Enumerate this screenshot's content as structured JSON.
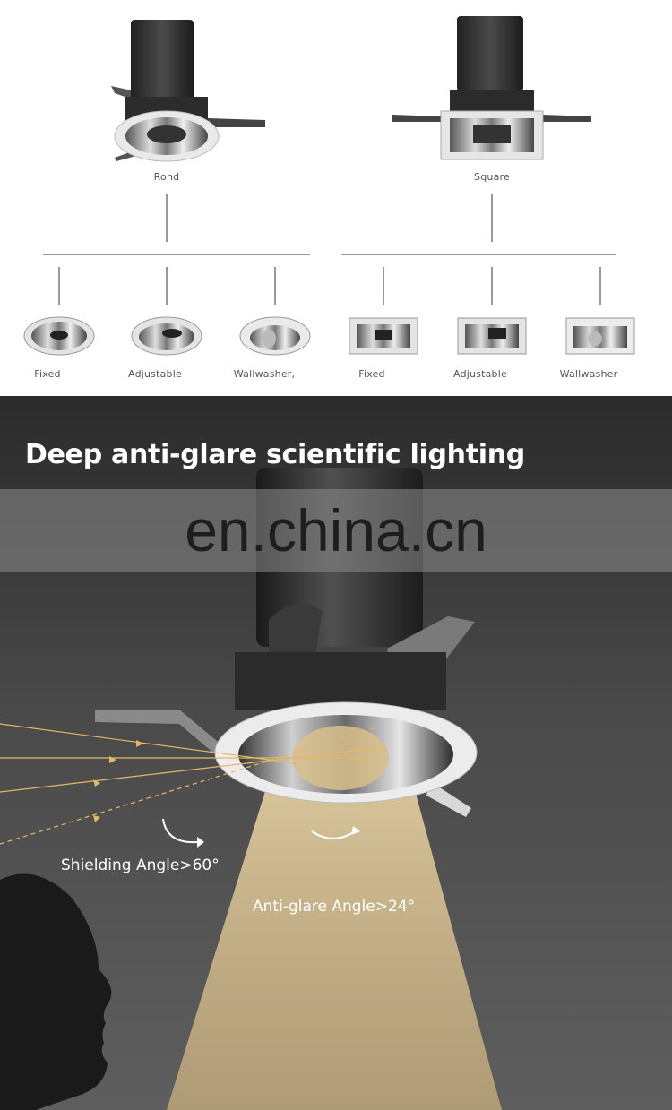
{
  "top": {
    "round_label": "Rond",
    "square_label": "Square",
    "variants": [
      {
        "label": "Fixed"
      },
      {
        "label": "Adjustable"
      },
      {
        "label": "Wallwasher,"
      },
      {
        "label": "Fixed"
      },
      {
        "label": "Adjustable"
      },
      {
        "label": "Wallwasher"
      }
    ]
  },
  "bottom": {
    "headline": "Deep anti-glare scientific lighting",
    "watermark": "en.china.cn",
    "shielding_angle": "Shielding Angle>60°",
    "antiglare_angle": "Anti-glare Angle>24°"
  },
  "colors": {
    "beam": "#d9c49a",
    "ray": "#e2b866",
    "dark_bg": "#3a3a3a"
  }
}
